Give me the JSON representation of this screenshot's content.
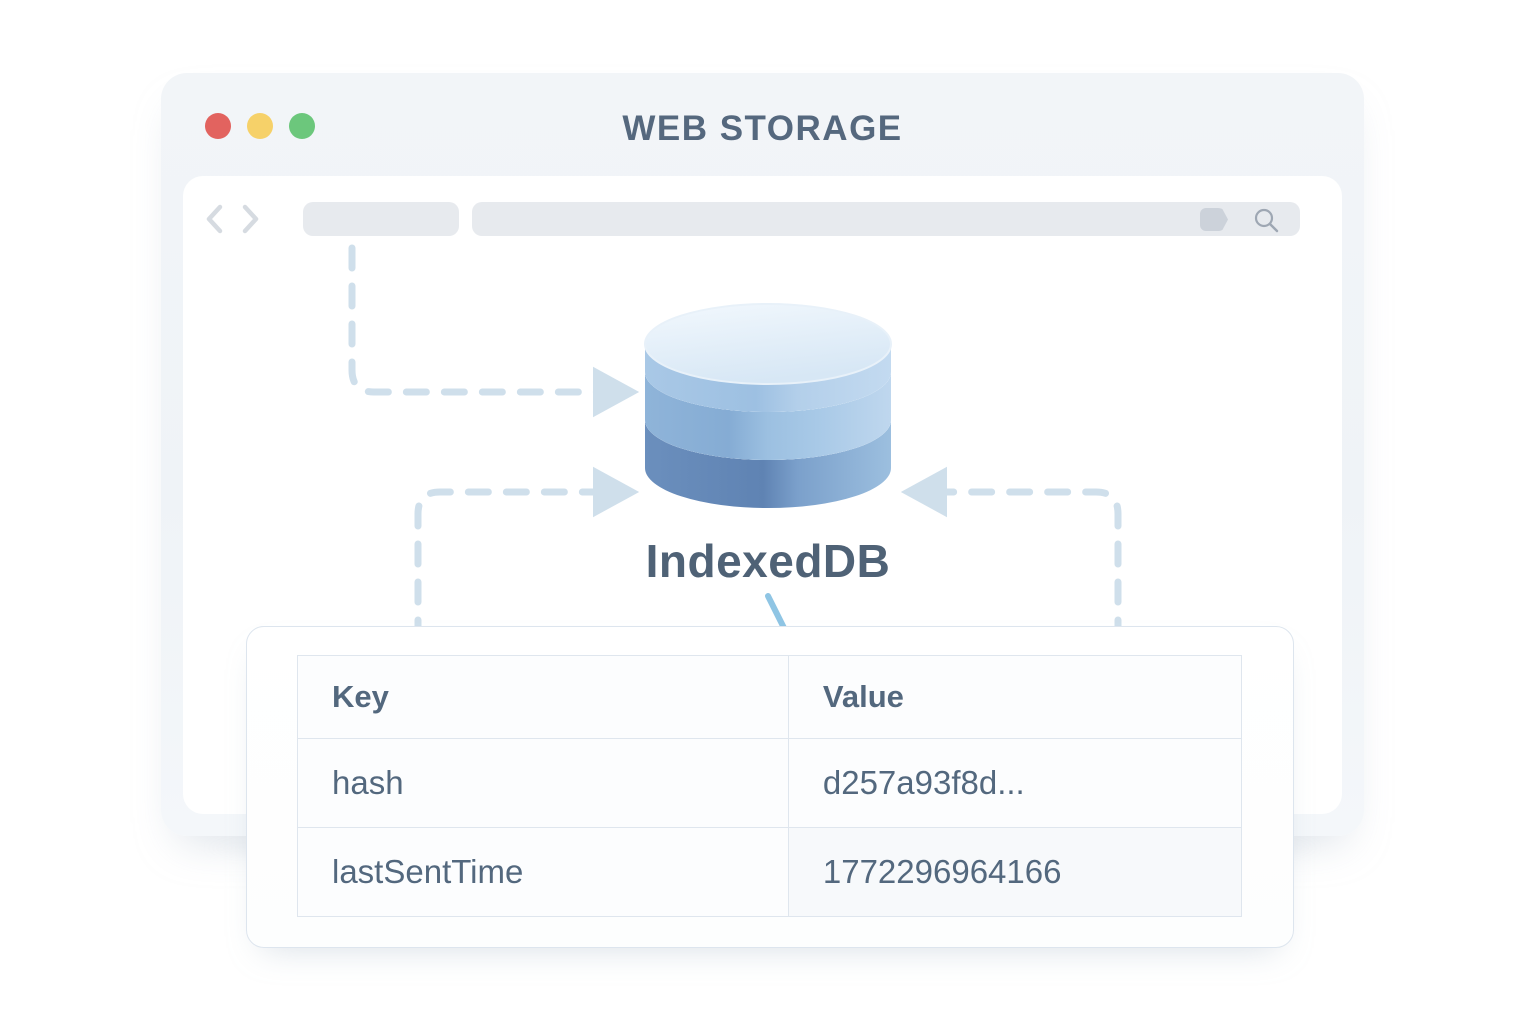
{
  "window": {
    "title": "WEB STORAGE",
    "traffic_lights": [
      {
        "name": "close",
        "color": "#e2635f"
      },
      {
        "name": "minimize",
        "color": "#f6d169"
      },
      {
        "name": "maximize",
        "color": "#6cc77c"
      }
    ]
  },
  "toolbar": {
    "back_icon": "chevron-left-icon",
    "forward_icon": "chevron-right-icon",
    "tab_pill_value": "",
    "address_value": "",
    "address_placeholder": "",
    "bookmark_icon": "bookmark-icon",
    "search_icon": "search-icon"
  },
  "diagram": {
    "database_label": "IndexedDB",
    "database_icon": "database-cylinder-icon",
    "accent_color": "#8fc5e4",
    "connector_color": "#cfdfeb",
    "connectors": [
      {
        "name": "connector-top-left",
        "direction": "right"
      },
      {
        "name": "connector-bottom-left",
        "direction": "right"
      },
      {
        "name": "connector-bottom-right",
        "direction": "left"
      }
    ]
  },
  "table": {
    "columns": [
      "Key",
      "Value"
    ],
    "rows": [
      {
        "key": "hash",
        "value": "d257a93f8d..."
      },
      {
        "key": "lastSentTime",
        "value": "1772296964166"
      }
    ]
  },
  "colors": {
    "window_bg": "#f1f4f8",
    "viewport_bg": "#ffffff",
    "title_text": "#55687e",
    "body_text": "#53687e",
    "border": "#dfe6ee"
  }
}
